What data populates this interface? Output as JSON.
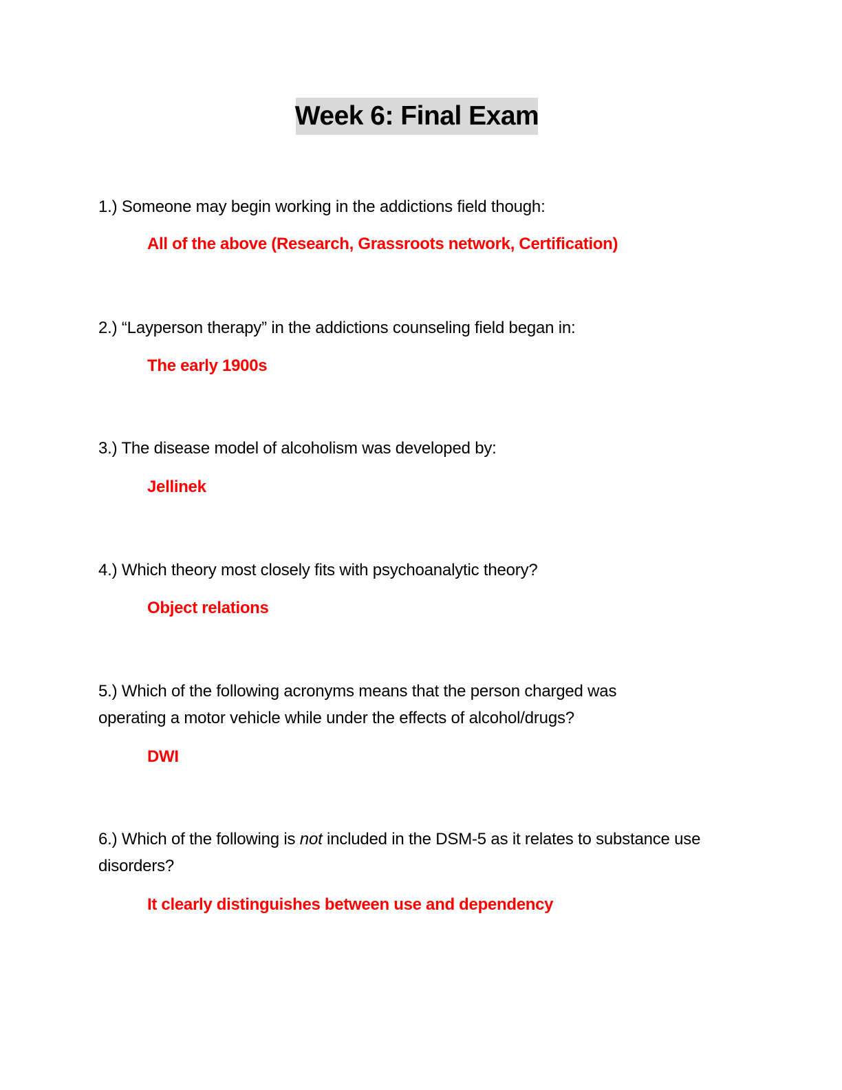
{
  "document": {
    "title": "Week 6: Final Exam",
    "answer_color": "#ff0000",
    "title_highlight": "#d9d9d9"
  },
  "questions": [
    {
      "number": "1.)",
      "text": "1.) Someone may begin working in the addictions field though:",
      "answer": "All of the above (Research, Grassroots network, Certification)"
    },
    {
      "number": "2.)",
      "text": "2.) “Layperson therapy” in the addictions counseling field began in:",
      "answer": "The early 1900s"
    },
    {
      "number": "3.)",
      "text": "3.) The disease model of alcoholism was developed by:",
      "answer": "Jellinek"
    },
    {
      "number": "4.)",
      "text": "4.) Which theory most closely fits with psychoanalytic theory?",
      "answer": "Object relations"
    },
    {
      "number": "5.)",
      "text": "5.) Which of the following acronyms means that the person charged was operating a motor vehicle while under the effects of alcohol/drugs?",
      "answer": "DWI"
    },
    {
      "number": "6.)",
      "text_pre": "6.) Which of the following is ",
      "text_italic": "not",
      "text_post": " included in the DSM-5 as it relates to substance use disorders?",
      "answer": "It clearly distinguishes between use and dependency"
    }
  ]
}
